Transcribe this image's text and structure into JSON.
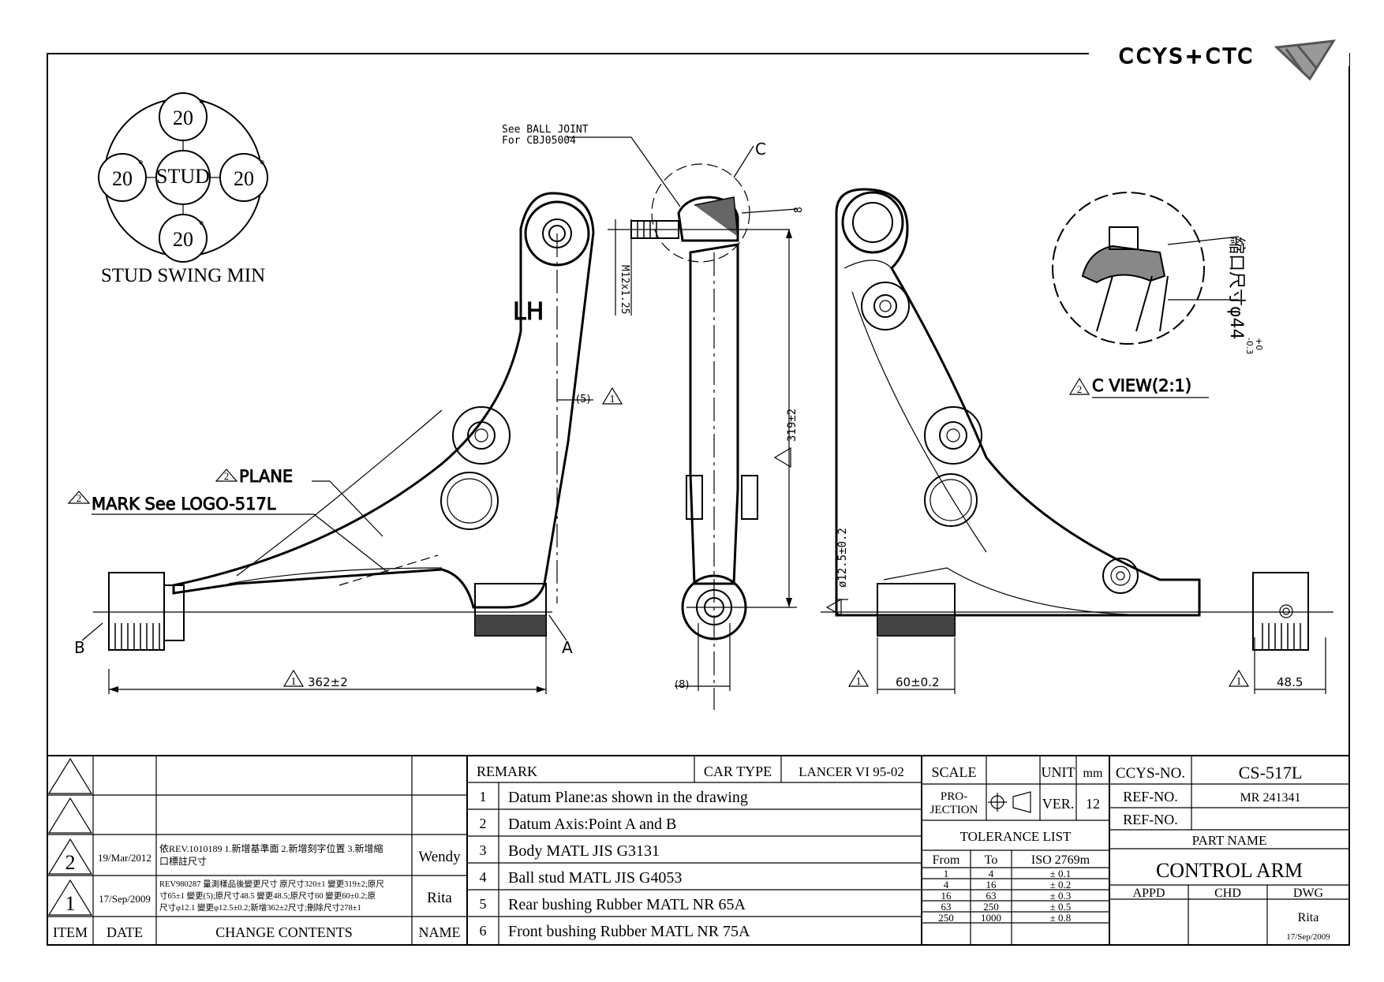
{
  "logo": {
    "text": "CCYS+CTC"
  },
  "stud_swing": {
    "center": "STUD",
    "angle": "20",
    "degree": "°",
    "caption": "STUD SWING MIN"
  },
  "callouts": {
    "ball_joint_line1": "See BALL JOINT",
    "ball_joint_line2": "For CBJ05004",
    "c_label": "C",
    "lh": "LH",
    "m12": "M12x1.25",
    "dim5": "(5)",
    "plane": "PLANE",
    "mark": "MARK See LOGO-517L",
    "tri2": "2",
    "tri1": "1",
    "b_label": "B",
    "a_label": "A",
    "dim362": "362±2",
    "dim8a": "(8)",
    "dim8b": "8",
    "dim319": "319±2",
    "dim12_5": "ø12.5±0.2",
    "dim60": "60±0.2",
    "dim48_5": "48.5",
    "shrink": "縮口尺寸φ44",
    "shrink_tol_top": "+0",
    "shrink_tol_bot": "-0.3",
    "cview": "C VIEW(2:1)"
  },
  "rev_table": {
    "rows": [
      {
        "item": "",
        "date": "",
        "contents": "",
        "name": ""
      },
      {
        "item": "",
        "date": "",
        "contents": "",
        "name": ""
      },
      {
        "item": "2",
        "date": "19/Mar/2012",
        "contents_l1": "依REV.1010189 1.新增基準面 2.新增刻字位置 3.新增縮",
        "contents_l2": "口標註尺寸",
        "name": "Wendy"
      },
      {
        "item": "1",
        "date": "17/Sep/2009",
        "contents_l1": "REV980287 量測樣品後變更尺寸 原尺寸320±1 變更319±2;原尺",
        "contents_l2": "寸65±1 變更(5);原尺寸48.5 變更48.5;原尺寸60 變更60±0.2;原",
        "contents_l3": "尺寸φ12.1 變更φ12.5±0.2;新增362±2尺寸;刪除尺寸278±1",
        "name": "Rita"
      }
    ],
    "headers": {
      "item": "ITEM",
      "date": "DATE",
      "contents": "CHANGE CONTENTS",
      "name": "NAME"
    }
  },
  "remarks": {
    "header": "REMARK",
    "car_type_label": "CAR TYPE",
    "car_type_value": "LANCER VI 95-02",
    "items": [
      {
        "no": "1",
        "text": "Datum Plane:as shown in the drawing"
      },
      {
        "no": "2",
        "text": "Datum Axis:Point A and B"
      },
      {
        "no": "3",
        "text": "Body MATL JIS G3131"
      },
      {
        "no": "4",
        "text": "Ball stud MATL JIS G4053"
      },
      {
        "no": "5",
        "text": "Rear bushing Rubber MATL NR 65A"
      },
      {
        "no": "6",
        "text": "Front bushing Rubber MATL NR 75A"
      }
    ]
  },
  "title_block": {
    "scale_label": "SCALE",
    "scale_value": "",
    "unit_label": "UNIT",
    "unit_value": "mm",
    "projection_label_1": "PRO-",
    "projection_label_2": "JECTION",
    "ver_label": "VER.",
    "ver_value": "12",
    "tolerance_title": "TOLERANCE LIST",
    "tol_headers": [
      "From",
      "To",
      "ISO 2769m"
    ],
    "tol_rows": [
      [
        "1",
        "4",
        "± 0.1"
      ],
      [
        "4",
        "16",
        "± 0.2"
      ],
      [
        "16",
        "63",
        "± 0.3"
      ],
      [
        "63",
        "250",
        "± 0.5"
      ],
      [
        "250",
        "1000",
        "± 0.8"
      ]
    ],
    "ccys_no_label": "CCYS-NO.",
    "ccys_no_value": "CS-517L",
    "ref_no_label": "REF-NO.",
    "ref_no_value": "MR 241341",
    "ref_no2_label": "REF-NO.",
    "ref_no2_value": "",
    "part_name_label": "PART NAME",
    "part_name_value": "CONTROL ARM",
    "appd": "APPD",
    "chd": "CHD",
    "dwg": "DWG",
    "dwg_name": "Rita",
    "dwg_date": "17/Sep/2009"
  }
}
